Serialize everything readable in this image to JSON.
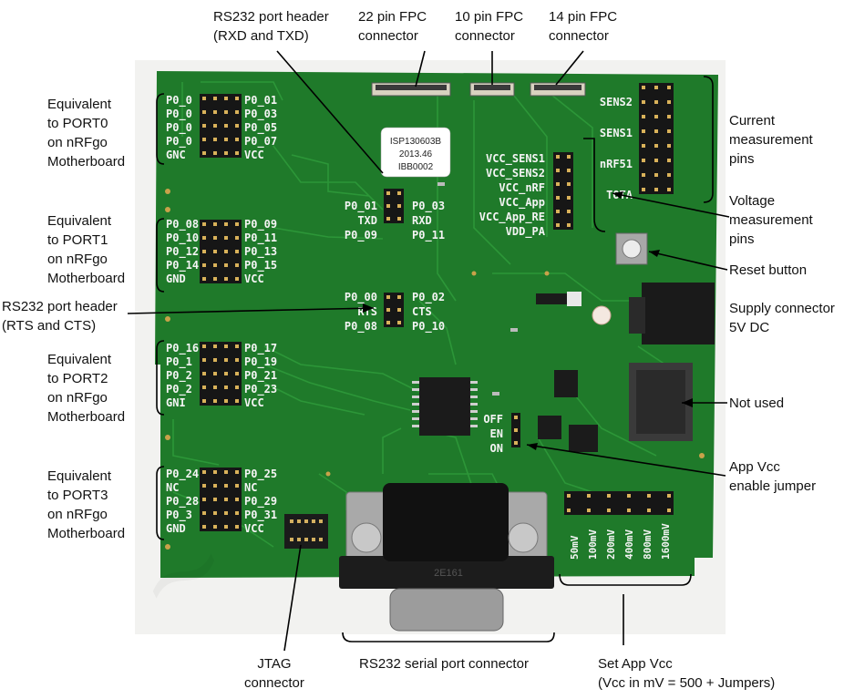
{
  "colors": {
    "pcb": "#1f7a2a",
    "pcb_dark": "#16601f",
    "trace": "#2e9a3a",
    "silkscreen": "#f4f4f4",
    "label_text": "#111111",
    "leader_line": "#000000"
  },
  "callouts": {
    "rs232_rxd_txd": "RS232 port header\n(RXD and TXD)",
    "fpc22": "22 pin FPC\nconnector",
    "fpc10": "10 pin FPC\nconnector",
    "fpc14": "14 pin FPC\nconnector",
    "port0": "Equivalent\nto PORT0\non nRFgo\nMotherboard",
    "port1": "Equivalent\nto PORT1\non nRFgo\nMotherboard",
    "rs232_rts_cts": "RS232 port header\n(RTS and CTS)",
    "port2": "Equivalent\nto PORT2\non nRFgo\nMotherboard",
    "port3": "Equivalent\nto PORT3\non nRFgo\nMotherboard",
    "current": "Current\nmeasurement\npins",
    "voltage": "Voltage\nmeasurement\npins",
    "reset": "Reset button",
    "supply": "Supply connector\n5V DC",
    "not_used": "Not used",
    "app_vcc": "App Vcc\nenable jumper",
    "jtag": "JTAG\nconnector",
    "rs232_serial": "RS232 serial port connector",
    "set_app_vcc": "Set App Vcc\n(Vcc in mV = 500 + Jumpers)"
  },
  "board_label": {
    "line1": "ISP130603B",
    "line2": "2013.46",
    "line3": "IBB0002"
  },
  "silkscreen": {
    "port0": [
      "P0_0",
      "P0_01",
      "P0_0",
      "P0_03",
      "P0_0",
      "P0_05",
      "P0_0",
      "P0_07",
      "GNC",
      "VCC"
    ],
    "port1": [
      "P0_08",
      "P0_09",
      "P0_10",
      "P0_11",
      "P0_12",
      "P0_13",
      "P0_14",
      "P0_15",
      "GND",
      "VCC"
    ],
    "port2": [
      "P0_16",
      "P0_17",
      "P0_1",
      "P0_19",
      "P0_2",
      "P0_21",
      "P0_2",
      "P0_23",
      "GNI",
      "VCC"
    ],
    "port3": [
      "P0_24",
      "P0_25",
      "NC",
      "NC",
      "P0_28",
      "P0_29",
      "P0_3",
      "P0_31",
      "GND",
      "VCC"
    ],
    "uart_top": [
      "P0_01",
      "P0_03",
      "TXD",
      "RXD",
      "P0_09",
      "P0_11"
    ],
    "uart_mid": [
      "P0_00",
      "P0_02",
      "RTS",
      "CTS",
      "P0_08",
      "P0_10"
    ],
    "sens": [
      "SENS2",
      "SENS1",
      "nRF51",
      "TOTA"
    ],
    "vcc": [
      "VCC_SENS1",
      "VCC_SENS2",
      "VCC_nRF",
      "VCC_App",
      "VCC_App_RE",
      "VDD_PA"
    ],
    "enable": [
      "OFF",
      "EN",
      "ON"
    ],
    "mv": [
      "50mV",
      "100mV",
      "200mV",
      "400mV",
      "800mV",
      "1600mV"
    ],
    "db9_mark": "2E161"
  }
}
